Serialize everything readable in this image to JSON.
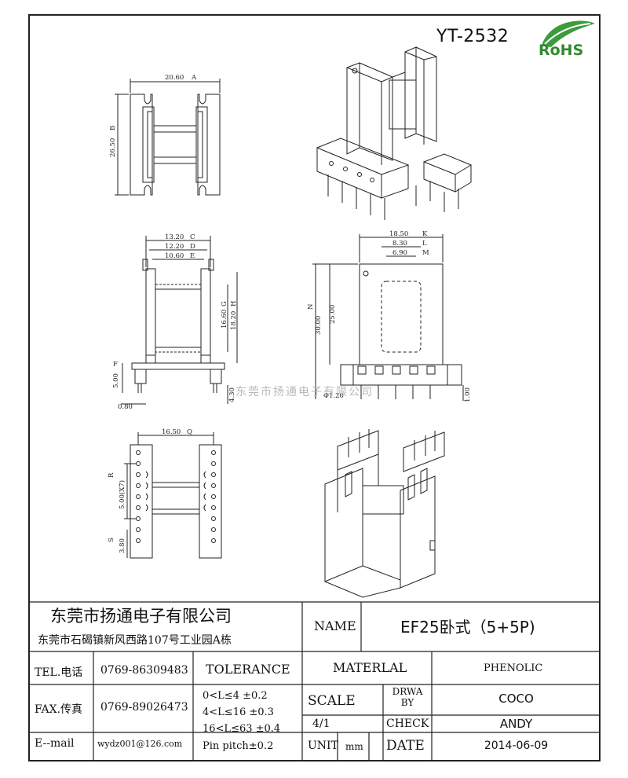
{
  "model_number": "YT-2532",
  "rohs_label": "RoHS",
  "watermark": "东莞市扬通电子有限公司",
  "dims": {
    "top_width": "20.60",
    "top_width_ref": "A",
    "top_height": "26.50",
    "top_height_ref": "B",
    "front_w1": "13.20",
    "front_w1_ref": "C",
    "front_w2": "12.20",
    "front_w2_ref": "D",
    "front_w3": "10.60",
    "front_w3_ref": "E",
    "front_h1": "16.60",
    "front_h1_ref": "G",
    "front_h2": "18.20",
    "front_h2_ref": "H",
    "front_pin_offset": "5.00",
    "front_pin_offset_ref": "F",
    "front_pin_width": "0.80",
    "front_pin_len": "4.30",
    "side_w1": "18.50",
    "side_w1_ref": "K",
    "side_w2": "8.30",
    "side_w2_ref": "L",
    "side_w3": "6.90",
    "side_w3_ref": "M",
    "side_h1": "30.00",
    "side_h1_ref": "N",
    "side_h2": "25.00",
    "side_pin_dia": "Φ1.20",
    "side_pin_len": "1.00",
    "bottom_width": "16.50",
    "bottom_width_ref": "Q",
    "bottom_pitch": "5.00(X7)",
    "bottom_pitch_ref": "R",
    "bottom_end": "3.80",
    "bottom_end_ref": "S"
  },
  "title_block": {
    "company_name": "东莞市扬通电子有限公司",
    "company_address": "东莞市石碣镇新风西路107号工业园A栋",
    "name_label": "NAME",
    "name_value": "EF25卧式（5+5P)",
    "tel_label": "TEL.电话",
    "tel_value": "0769-86309483",
    "tolerance_label": "TOLERANCE",
    "material_label": "MATERLAL",
    "material_value": "PHENOLIC",
    "fax_label": "FAX.传真",
    "fax_value": "0769-89026473",
    "tol_1": "0<L≤4   ±0.2",
    "tol_2": "4<L≤16  ±0.3",
    "tol_3": "16<L≤63 ±0.4",
    "tol_4": "Pin pitch±0.2",
    "scale_label": "SCALE",
    "scale_value": "4/1",
    "drawn_label_1": "DRWA",
    "drawn_label_2": "BY",
    "drawn_value": "COCO",
    "check_label": "CHECK",
    "check_value": "ANDY",
    "email_label": "E--mail",
    "email_value": "wydz001@126.com",
    "unit_label": "UNIT",
    "unit_value": "mm",
    "date_label": "DATE",
    "date_value": "2014-06-09"
  }
}
